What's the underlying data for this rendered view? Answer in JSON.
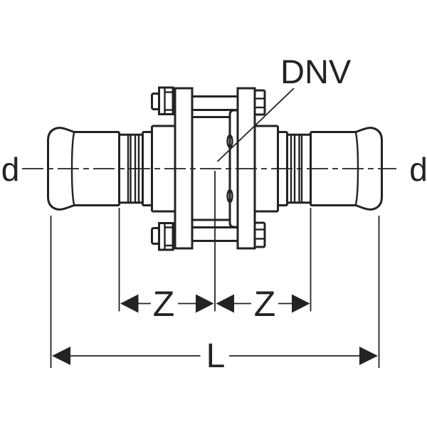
{
  "figure": {
    "kind": "technical-line-drawing",
    "subject": "Union coupling with two press-fit sockets joined by a bolted flange connection, shown on a horizontal centerline with dimension lines",
    "line_color": "#232323",
    "background_color": "#ffffff"
  },
  "labels": {
    "dnv": "DNV",
    "d_left": "d",
    "d_right": "d",
    "z_left": "Z",
    "z_right": "Z",
    "length": "L"
  }
}
